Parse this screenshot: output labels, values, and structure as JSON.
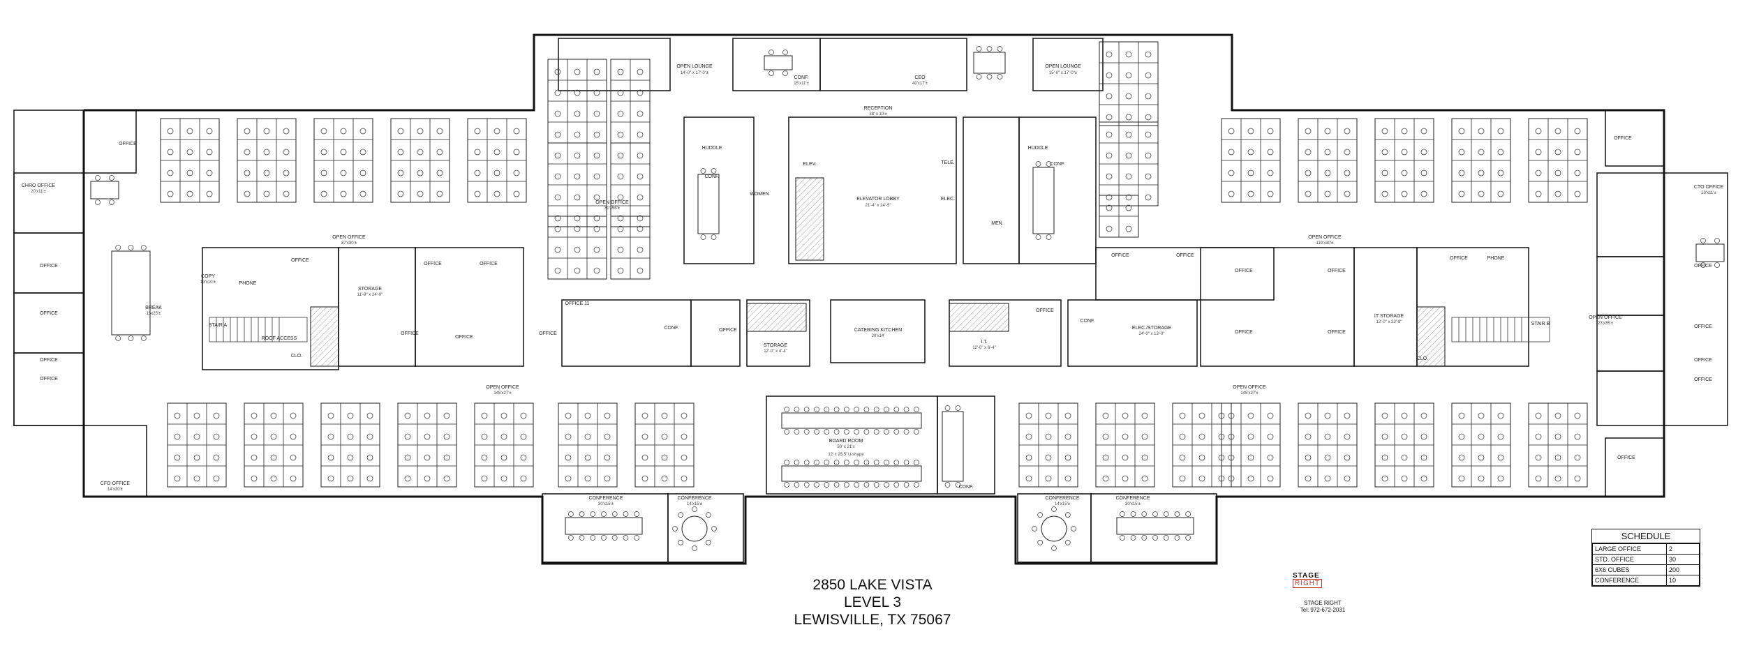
{
  "address": {
    "line1": "2850 LAKE VISTA",
    "line2": "LEVEL 3",
    "line3": "LEWISVILLE, TX  75067"
  },
  "branding": {
    "logo_part1": "STAGE ",
    "logo_part2": "RIGHT",
    "company_name": "STAGE RIGHT",
    "company_phone": "Tel: 972-672-2031"
  },
  "schedule": {
    "title": "SCHEDULE",
    "rows": [
      {
        "label": "LARGE OFFICE",
        "value": "2"
      },
      {
        "label": "STD. OFFICE",
        "value": "30"
      },
      {
        "label": "6X6 CUBES",
        "value": "200"
      },
      {
        "label": "CONFERENCE",
        "value": "10"
      }
    ]
  },
  "rooms": {
    "open_lounge_left": "OPEN LOUNGE",
    "open_lounge_left_dim": "14'-0\" x 17'-0\"±",
    "conf_top": "CONF.",
    "conf_top_dim": "15'x11'±",
    "ceo": "CEO",
    "ceo_dim": "40'x17'±",
    "open_lounge_right": "OPEN LOUNGE",
    "open_lounge_right_dim": "15'-0\" x 17'-0\"±",
    "reception": "RECEPTION",
    "reception_dim": "38' x 10'±",
    "elevator_lobby": "ELEVATOR LOBBY",
    "elevator_lobby_dim": "21'-4\" x 24'-5\"",
    "elev": "ELEV.",
    "tele": "TELE.",
    "elec": "ELEC.",
    "women": "WOMEN",
    "men": "MEN",
    "huddle_left": "HUDDLE",
    "huddle_right": "HUDDLE",
    "conf_left_core": "CONF.",
    "conf_right_core": "CONF.",
    "open_office_center_top": "OPEN OFFICE",
    "open_office_center_top_dim": "30'x56'±",
    "open_office_left_top": "OPEN OFFICE",
    "open_office_left_top_dim": "87'x30'±",
    "open_office_right_top": "OPEN OFFICE",
    "open_office_right_top_dim": "119'x30'±",
    "open_office_left_bottom": "OPEN OFFICE",
    "open_office_left_bottom_dim": "145'x27'±",
    "open_office_right_bottom": "OPEN OFFICE",
    "open_office_right_bottom_dim": "145'x27'±",
    "open_office_east": "OPEN OFFICE",
    "open_office_east_dim": "23'x35'±",
    "office_nw": "OFFICE",
    "chro_office": "CHRO OFFICE",
    "chro_office_dim": "20'x11'±",
    "office_w1": "OFFICE",
    "office_w2": "OFFICE",
    "office_w3": "OFFICE",
    "office_w4": "OFFICE",
    "cfo_office": "CFO OFFICE",
    "cfo_office_dim": "14'x20'±",
    "copy": "COPY",
    "copy_dim": "13'x10'±",
    "phone_left": "PHONE",
    "break": "BREAK",
    "break_dim": "15x25'±",
    "stair_a": "STAIR A",
    "roof_access": "ROOF ACCESS",
    "clo_left": "CLO.",
    "storage_left": "STORAGE",
    "storage_left_dim": "11'-9\" x 24'-0\"",
    "office_c1": "OFFICE",
    "office_c2": "OFFICE",
    "office_c3": "OFFICE",
    "office_c4": "OFFICE",
    "office_c5": "OFFICE",
    "office_c6": "OFFICE",
    "office_11": "OFFICE 11",
    "conf_mid": "CONF.",
    "office_c7": "OFFICE",
    "storage_mid": "STORAGE",
    "storage_mid_dim": "12'-0\" x 4'-4\"",
    "catering_kitchen": "CATERING KITCHEN",
    "catering_kitchen_dim": "20'x14'",
    "it_room": "I.T.",
    "it_room_dim": "12'-0\" x 6'-4\"",
    "office_c8": "OFFICE",
    "conf_mid_right": "CONF.",
    "elec_storage": "ELEC./STORAGE",
    "elec_storage_dim": "24'-0\" x 13'-0\"",
    "office_r1": "OFFICE",
    "office_r2": "OFFICE",
    "office_r3": "OFFICE",
    "office_r4": "OFFICE",
    "office_r5": "OFFICE",
    "office_r6": "OFFICE",
    "office_r7": "OFFICE",
    "it_storage": "IT STORAGE",
    "it_storage_dim": "12'-0\" x 23'-9\"",
    "phone_right": "PHONE",
    "clo_right": "CLO.",
    "stair_b": "STAIR B",
    "office_ne": "OFFICE",
    "cto_office": "CTO OFFICE",
    "cto_office_dim": "20'x11'±",
    "office_e1": "OFFICE",
    "office_e2": "OFFICE",
    "office_e3": "OFFICE",
    "office_e4": "OFFICE",
    "office_se": "OFFICE",
    "board_room": "BOARD ROOM",
    "board_room_dim": "50' x 21'±",
    "board_room_table": "12' x 25.5' U-shape",
    "conf_south_mid": "CONF.",
    "conference_sw1": "CONFERENCE",
    "conference_sw1_dim": "30'x15'±",
    "conference_sw2": "CONFERENCE",
    "conference_sw2_dim": "14'x15'±",
    "conference_se1": "CONFERENCE",
    "conference_se1_dim": "14'x15'±",
    "conference_se2": "CONFERENCE",
    "conference_se2_dim": "30'x15'±"
  }
}
